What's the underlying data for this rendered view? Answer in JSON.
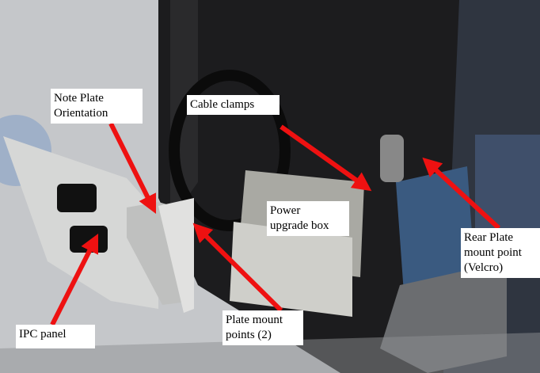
{
  "labels": {
    "note_plate": [
      "Note Plate",
      "Orientation"
    ],
    "cable_clamps": "Cable clamps",
    "power_box": [
      "Power",
      "upgrade box"
    ],
    "rear_plate": [
      "Rear Plate",
      "mount point",
      "(Velcro)"
    ],
    "ipc_panel": "IPC panel",
    "plate_mount": [
      "Plate mount",
      "points (2)"
    ]
  },
  "colors": {
    "arrow": "#ee1111",
    "label_bg": "#ffffff"
  }
}
